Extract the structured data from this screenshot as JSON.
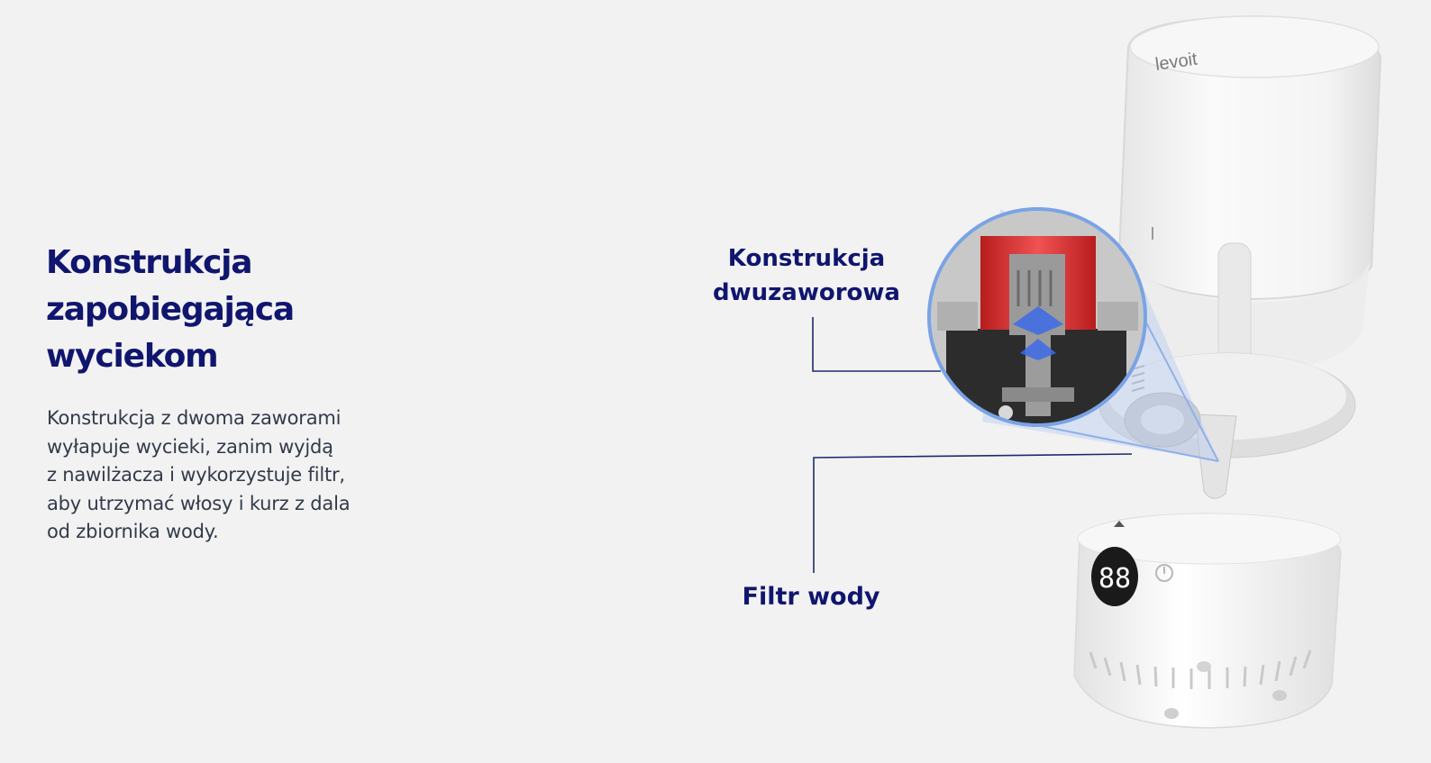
{
  "section": {
    "headline_lines": [
      "Konstrukcja",
      "zapobiegająca",
      "wyciekom"
    ],
    "body_lines": [
      "Konstrukcja z dwoma zaworami",
      "wyłapuje wycieki, zanim wyjdą",
      "z nawilżacza i wykorzystuje filtr,",
      "aby utrzymać włosy i kurz z dala",
      "od zbiornika wody."
    ]
  },
  "callouts": {
    "valve_lines": [
      "Konstrukcja",
      "dwuzaworowa"
    ],
    "filter": "Filtr wody"
  },
  "product": {
    "brand_logo_text": "levoit",
    "display_digits": "88",
    "colors": {
      "heading": "#10166e",
      "callout_line": "#1c2a6e",
      "magnifier_ring": "#7aa3e6",
      "heat_red": "#e63a3a",
      "valve_blue": "#2f5ee0"
    }
  }
}
